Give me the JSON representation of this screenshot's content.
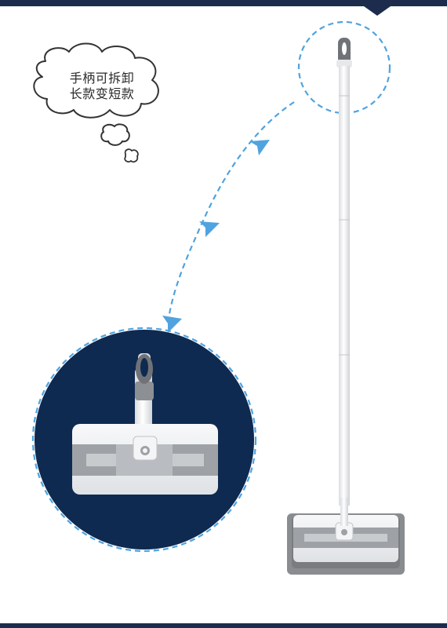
{
  "callout": {
    "line1": "手柄可拆卸",
    "line2": "长款变短款"
  },
  "colors": {
    "navy": "#0f2a50",
    "dash_blue": "#4fa3df",
    "handle_white": "#f4f5f6",
    "pad_gray": "#8d8f92",
    "plate_light": "#e8eaec"
  },
  "icons": [
    "thought-bubble-icon",
    "mop-product-image",
    "dashed-arrow-icon"
  ]
}
